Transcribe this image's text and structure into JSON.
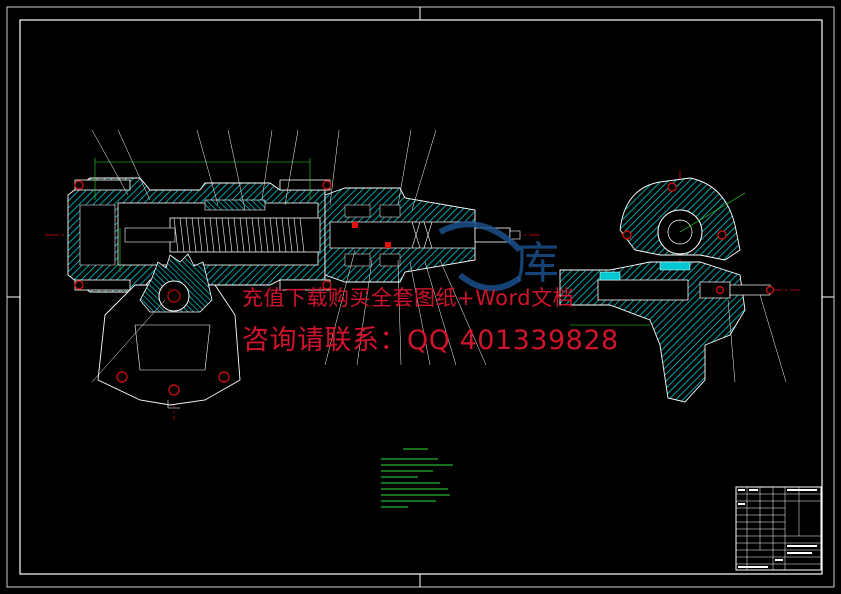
{
  "watermark": {
    "line1": "充值下载购买全套图纸+Word文档",
    "line2": "咨询请联系：QQ 401339828"
  },
  "colors": {
    "background": "#000000",
    "frame": "#ffffff",
    "outline": "#ffffff",
    "section_hatch": "#00c8d2",
    "centerline": "#e01010",
    "dimension": "#2fe02f",
    "watermark": "#d0142c",
    "logo": "#1b4f8a"
  },
  "logo": {
    "glyph": "库"
  }
}
